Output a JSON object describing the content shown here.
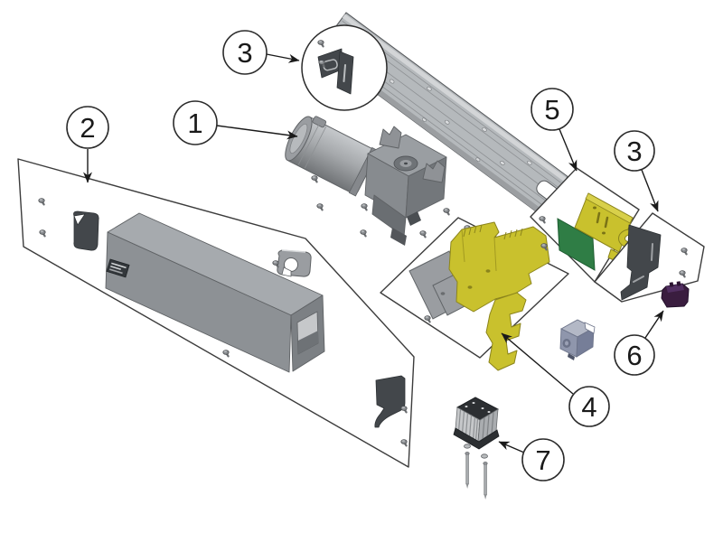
{
  "figure": {
    "kind": "exploded-parts-diagram",
    "background": "#ffffff"
  },
  "callouts": [
    {
      "id": "1",
      "label": "1"
    },
    {
      "id": "2",
      "label": "2"
    },
    {
      "id": "3a",
      "label": "3"
    },
    {
      "id": "3b",
      "label": "3"
    },
    {
      "id": "4",
      "label": "4"
    },
    {
      "id": "5",
      "label": "5"
    },
    {
      "id": "6",
      "label": "6"
    },
    {
      "id": "7",
      "label": "7"
    }
  ],
  "colors": {
    "outline": "#3c3c3c",
    "callout_ink": "#1a1a1a",
    "part_yellow": "#c9c12d",
    "pcb_green": "#2f7d45",
    "component_purple": "#3a1d3f",
    "metal_light": "#b5b9bc",
    "metal_mid": "#8f9397",
    "metal_dark": "#43474b",
    "box_blue_gray": "#8f96ac",
    "battery_cell": "#c6c8ca"
  }
}
